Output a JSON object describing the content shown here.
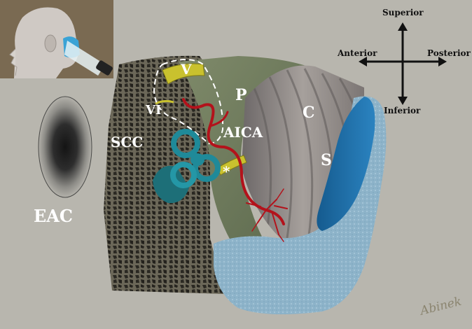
{
  "labels": {
    "nerve_v": "V",
    "nerve_vi": "VI",
    "pons": "P",
    "cerebellum": "C",
    "sigmoid_sinus": "S",
    "semicircular_canals": "SCC",
    "aica": "AICA",
    "external_auditory_canal": "EAC",
    "asterisk": "*"
  },
  "orientation": {
    "superior": "Superior",
    "inferior": "Inferior",
    "anterior": "Anterior",
    "posterior": "Posterior"
  },
  "signature": "Abinek",
  "colors": {
    "background": "#b8b6ae",
    "bone": "#6e6a5c",
    "pons": "#6f7a5e",
    "cerebellum": "#8a8582",
    "sinus": "#1f6fa8",
    "dura": "#8fb6cc",
    "artery": "#b3121b",
    "nerve": "#c9c12e",
    "labyrinth": "#1f7d8a"
  },
  "icons": {
    "inset": "head-profile-endoscope-icon",
    "compass": "orientation-cross-icon"
  }
}
